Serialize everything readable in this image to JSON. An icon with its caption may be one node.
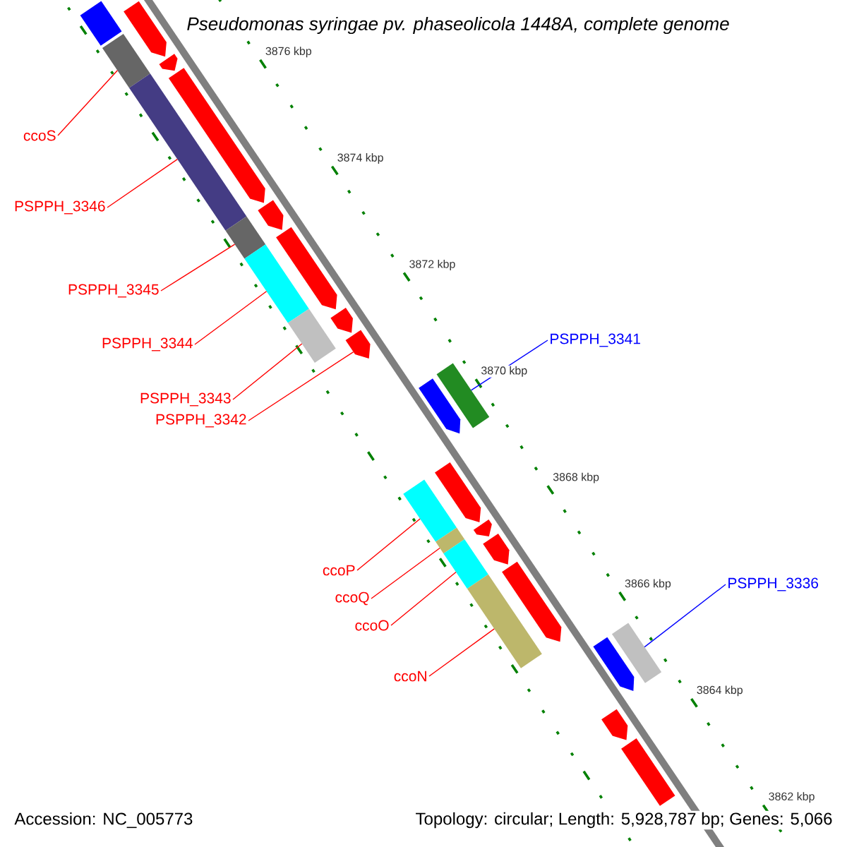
{
  "diagram": {
    "title": "Pseudomonas syringae pv. phaseolicola 1448A, complete genome",
    "nodes": [
      {
        "text": [
          "ccoS"
        ]
      },
      {
        "text": [
          "PSPPH_3346"
        ]
      },
      {
        "text": [
          "PSPPH_3345"
        ]
      },
      {
        "text": [
          "PSPPH_3341"
        ]
      },
      {
        "text": [
          "PSPPH_3344"
        ]
      },
      {
        "text": [
          "PSPPH_3343"
        ]
      },
      {
        "text": [
          "PSPPH_3342"
        ]
      },
      {
        "text": [
          "ccoP"
        ]
      },
      {
        "text": [
          "PSPPH_3336"
        ]
      },
      {
        "text": [
          "ccoQ"
        ]
      },
      {
        "text": [
          "ccoO"
        ]
      },
      {
        "text": [
          "ccoN"
        ]
      },
      {
        "text": [],
        "shape": "bar"
      },
      {
        "text": [],
        "shape": "bar"
      },
      {
        "text": [],
        "shape": "bar"
      },
      {
        "text": [],
        "shape": "bar"
      },
      {
        "text": [],
        "shape": "bar"
      },
      {
        "text": [],
        "shape": "bar"
      },
      {
        "text": [],
        "shape": "bar"
      },
      {
        "text": [],
        "shape": "bar"
      },
      {
        "text": [],
        "shape": "bar"
      },
      {
        "text": [],
        "shape": "bar"
      },
      {
        "text": [],
        "shape": "bar"
      },
      {
        "text": [],
        "shape": "bar"
      },
      {
        "text": [],
        "shape": "bar"
      },
      {
        "text": [],
        "shape": "bar"
      },
      {
        "text": [],
        "shape": "bar"
      },
      {
        "text": [],
        "shape": "bar"
      },
      {
        "text": [],
        "shape": "bar"
      },
      {
        "text": [],
        "shape": "bar"
      },
      {
        "text": [],
        "shape": "bar"
      },
      {
        "text": [],
        "shape": "bar"
      },
      {
        "text": [],
        "shape": "bar"
      },
      {
        "text": [],
        "shape": "bar"
      },
      {
        "text": [],
        "shape": "bar"
      },
      {
        "text": [],
        "shape": "bar"
      },
      {
        "text": [],
        "shape": "bar"
      },
      {
        "text": [],
        "shape": "bar"
      },
      {
        "text": [],
        "shape": "bar"
      }
    ],
    "edges": [
      {
        "from": 0,
        "to": 14,
        "arrow": "none"
      },
      {
        "from": 1,
        "to": 16,
        "arrow": "none"
      },
      {
        "from": 2,
        "to": 18,
        "arrow": "none"
      },
      {
        "from": 3,
        "to": 25,
        "arrow": "none",
        "color": "#0000ff"
      },
      {
        "from": 4,
        "to": 20,
        "arrow": "none"
      },
      {
        "from": 5,
        "to": 22,
        "arrow": "none"
      },
      {
        "from": 6,
        "to": 24,
        "arrow": "none"
      },
      {
        "from": 7,
        "to": 27,
        "arrow": "none"
      },
      {
        "from": 8,
        "to": 35,
        "arrow": "none",
        "color": "#0000ff"
      },
      {
        "from": 9,
        "to": 29,
        "arrow": "none"
      },
      {
        "from": 10,
        "to": 31,
        "arrow": "none"
      },
      {
        "from": 11,
        "to": 33,
        "arrow": "none"
      }
    ],
    "labels": [
      "3876 kbp",
      "3874 kbp",
      "3872 kbp",
      "3870 kbp",
      "3868 kbp",
      "3866 kbp",
      "3864 kbp",
      "3862 kbp",
      "Accession: NC_005773",
      "Topology: circular; Length: 5,928,787 bp; Genes: 5,066"
    ]
  }
}
